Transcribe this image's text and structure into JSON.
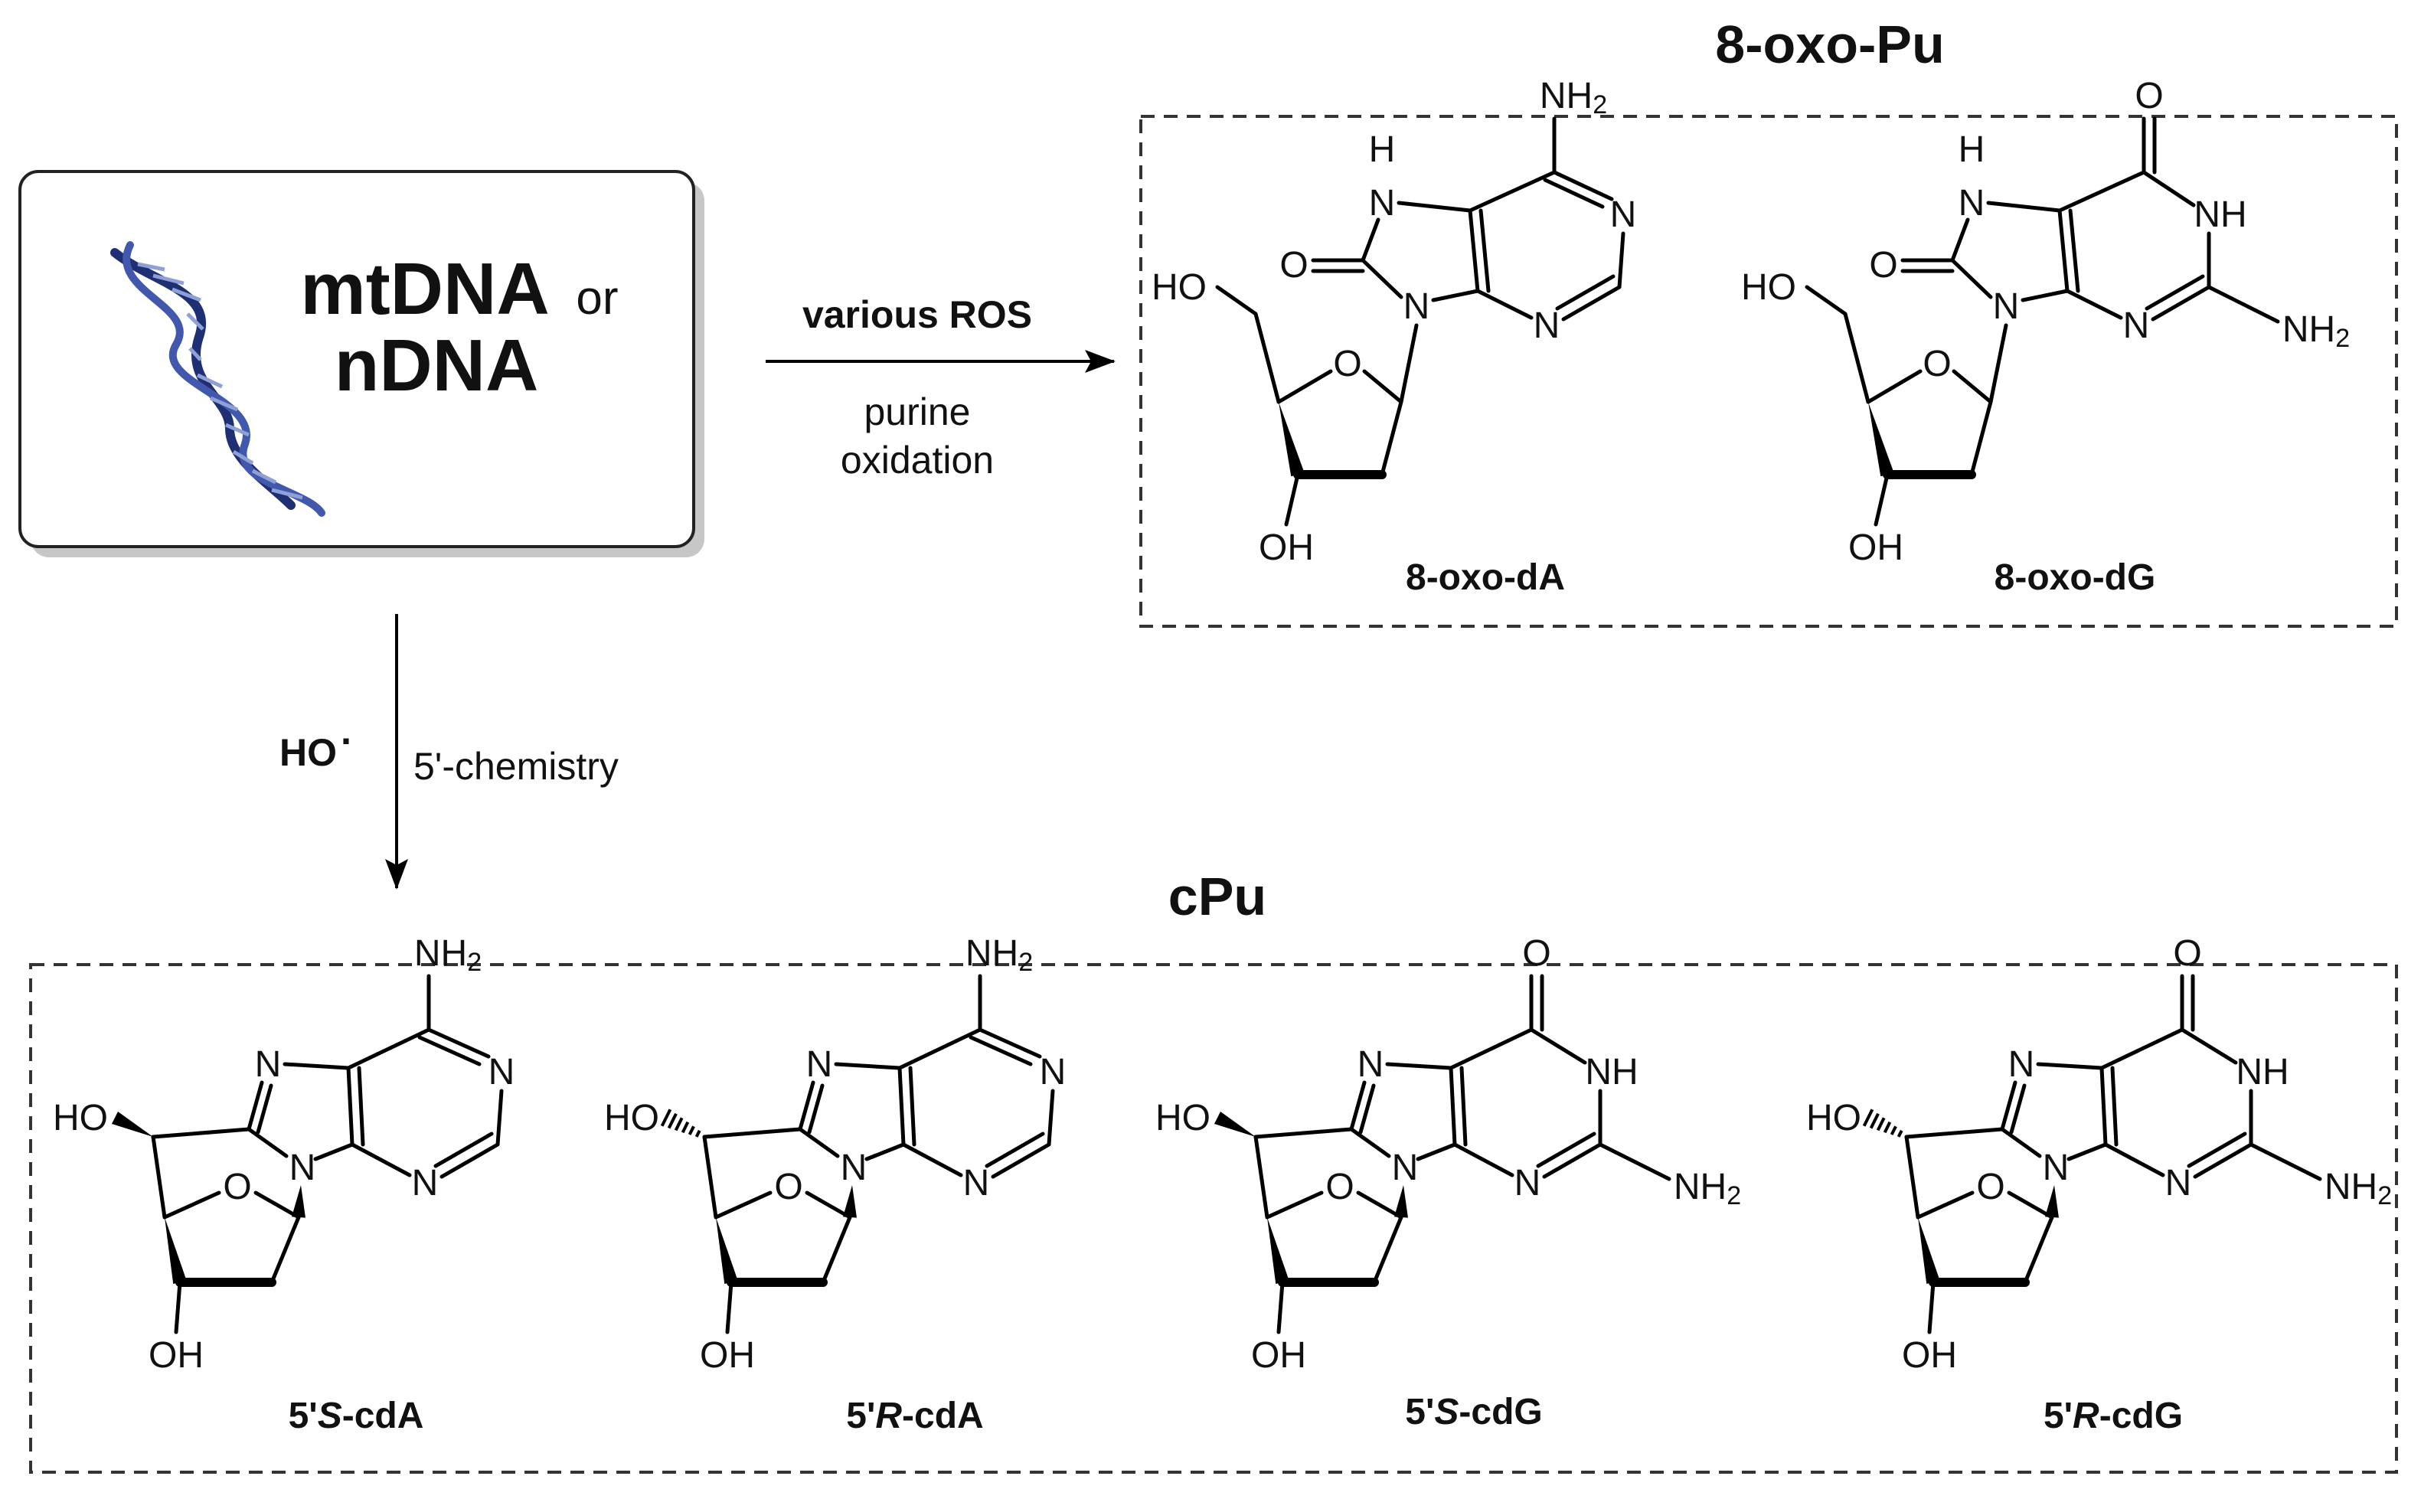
{
  "source_box": {
    "line1": "mtDNA",
    "or": "or",
    "line2": "nDNA"
  },
  "arrow_right": {
    "above": "various ROS",
    "below_1": "purine",
    "below_2": "oxidation"
  },
  "arrow_down": {
    "left": "HO",
    "left_dot": "·",
    "right": "5'-chemistry"
  },
  "group_top": {
    "title": "8-oxo-Pu",
    "compounds": [
      {
        "name": "8-oxo-dA"
      },
      {
        "name": "8-oxo-dG"
      }
    ]
  },
  "group_bottom": {
    "title": "cPu",
    "compounds": [
      {
        "name_a": "5'",
        "name_b": "S",
        "name_c": "-cdA"
      },
      {
        "name_a": "5'",
        "name_b": "R",
        "name_c": "-cdA"
      },
      {
        "name_a": "5'",
        "name_b": "S",
        "name_c": "-cdG"
      },
      {
        "name_a": "5'",
        "name_b": "R",
        "name_c": "-cdG"
      }
    ]
  },
  "atoms": {
    "N": "N",
    "H": "H",
    "O": "O",
    "NH": "NH",
    "NH2": "NH",
    "sub2": "2",
    "HO": "HO",
    "OH": "OH"
  },
  "colors": {
    "dna_label": "#1570c7",
    "reagent": "#e8321a",
    "helix": "#2b3f8f"
  }
}
